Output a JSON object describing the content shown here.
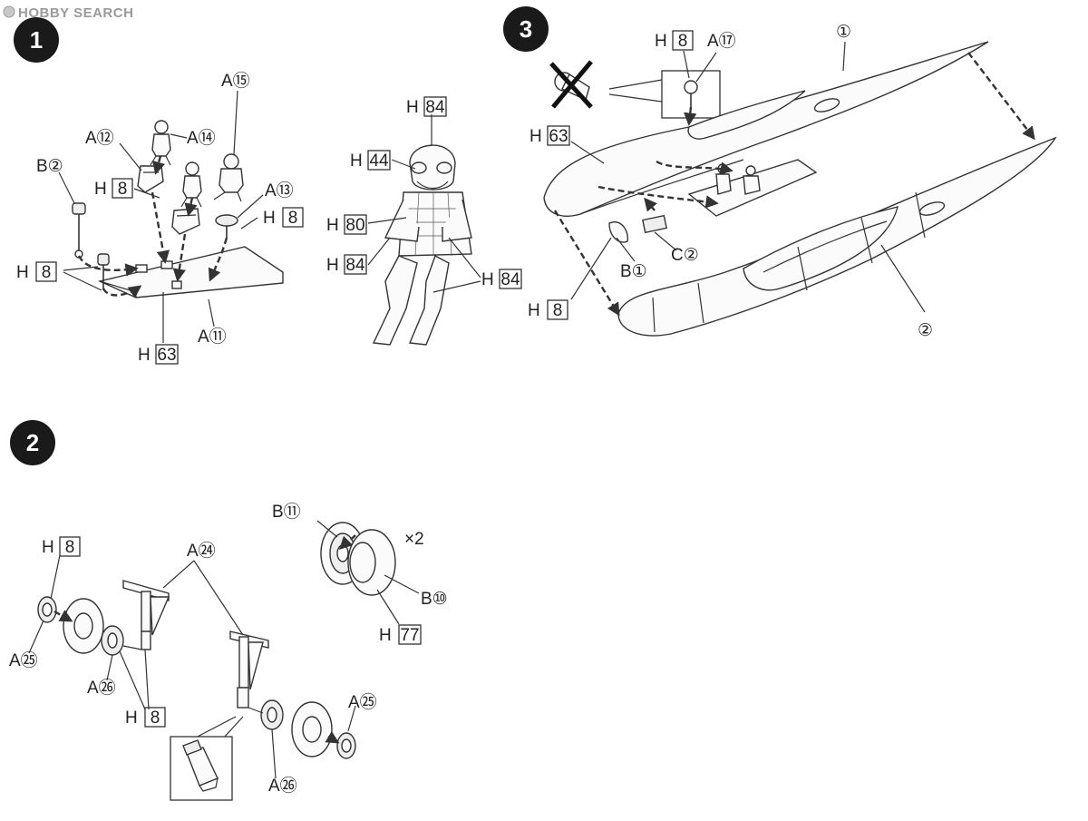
{
  "watermark": {
    "brand": "HOBBY SEARCH"
  },
  "steps": [
    {
      "number": "1"
    },
    {
      "number": "2"
    },
    {
      "number": "3"
    }
  ],
  "step1": {
    "labels": [
      "A⑮",
      "A⑫",
      "A⑭",
      "B②",
      "A⑬",
      "H",
      "H",
      "H",
      "A⑪",
      "H"
    ],
    "boxes": [
      "8",
      "8",
      "8",
      "63"
    ]
  },
  "figure": {
    "labels": [
      "H",
      "H",
      "H",
      "H",
      "H"
    ],
    "boxes": [
      "84",
      "44",
      "80",
      "84",
      "84"
    ]
  },
  "step3": {
    "labels": [
      "H",
      "A⑰",
      "①",
      "H",
      "B①",
      "C②",
      "H",
      "②"
    ],
    "boxes": [
      "8",
      "63",
      "8"
    ]
  },
  "step2": {
    "labels": [
      "B⑪",
      "×2",
      "A㉔",
      "H",
      "B⑩",
      "H",
      "A㉕",
      "A㉖",
      "H",
      "A㉕",
      "A㉖"
    ],
    "boxes": [
      "8",
      "77",
      "8"
    ]
  }
}
